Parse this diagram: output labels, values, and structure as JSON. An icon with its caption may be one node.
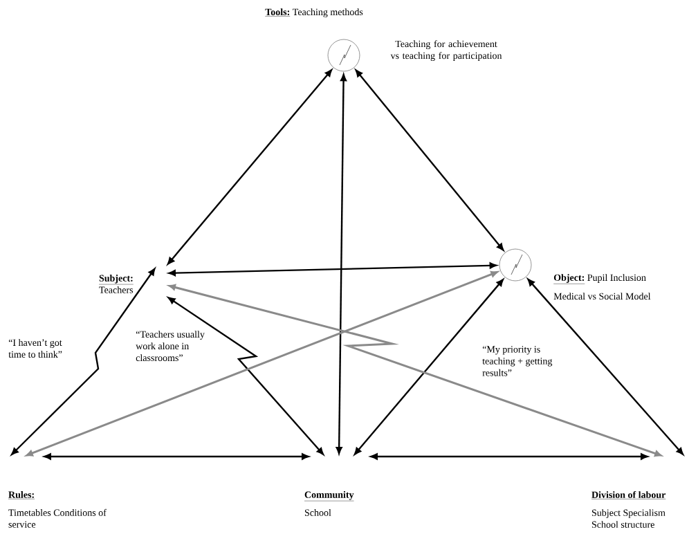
{
  "diagram": {
    "nodes": [
      {
        "text": [],
        "shape": "circle",
        "beside": [
          "Tools:",
          "Teaching methods",
          "Teaching for achievement vs teaching for participation"
        ]
      },
      {
        "text": [
          "Subject:",
          "Teachers"
        ]
      },
      {
        "text": [],
        "shape": "circle",
        "beside": [
          "Object:",
          "Pupil Inclusion",
          "Medical vs Social Model"
        ]
      },
      {
        "text": [
          "Rules:",
          "Timetables Conditions of service"
        ]
      },
      {
        "text": [
          "Community",
          "School"
        ]
      },
      {
        "text": [
          "Division of labour",
          "Subject Specialism",
          "School structure"
        ]
      }
    ],
    "edges": [
      {
        "from": 0,
        "to": 1,
        "arrow": "both"
      },
      {
        "from": 0,
        "to": 2,
        "arrow": "both"
      },
      {
        "from": 0,
        "to": 4,
        "arrow": "both"
      },
      {
        "from": 1,
        "to": 2,
        "arrow": "both"
      },
      {
        "from": 1,
        "to": 3,
        "arrow": "both",
        "label": "“I haven’t got time to think”"
      },
      {
        "from": 1,
        "to": 4,
        "arrow": "both",
        "label": "“Teachers usually work alone in classrooms”"
      },
      {
        "from": 2,
        "to": 4,
        "arrow": "both"
      },
      {
        "from": 2,
        "to": 5,
        "arrow": "both"
      },
      {
        "from": 3,
        "to": 4,
        "arrow": "both"
      },
      {
        "from": 4,
        "to": 5,
        "arrow": "both"
      },
      {
        "from": 1,
        "to": 5,
        "arrow": "both",
        "color": "#8a8a8a",
        "label": "“My priority is teaching + getting results”"
      },
      {
        "from": 3,
        "to": 2,
        "arrow": "both",
        "color": "#8a8a8a"
      }
    ]
  }
}
